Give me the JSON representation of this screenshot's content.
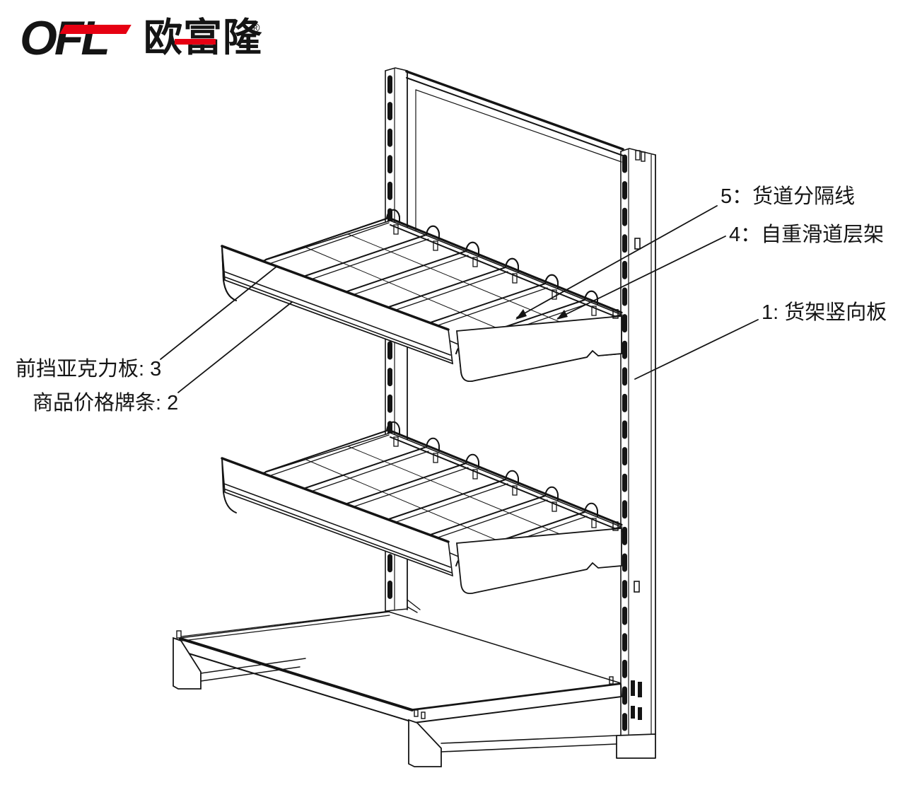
{
  "logo": {
    "latin": "OFL",
    "cjk": "欧富隆",
    "reg": "®",
    "accent_color": "#e60012"
  },
  "colors": {
    "line": "#141414",
    "background": "#ffffff",
    "accent": "#e60012"
  },
  "diagram": {
    "type": "technical-line-drawing",
    "subject": "gravity-feed shelving unit exploded view",
    "callouts": {
      "c5": "5：货道分隔线",
      "c4": "4：自重滑道层架",
      "c1": "1: 货架竖向板",
      "c3": "前挡亚克力板: 3",
      "c2": "商品价格牌条: 2"
    }
  }
}
